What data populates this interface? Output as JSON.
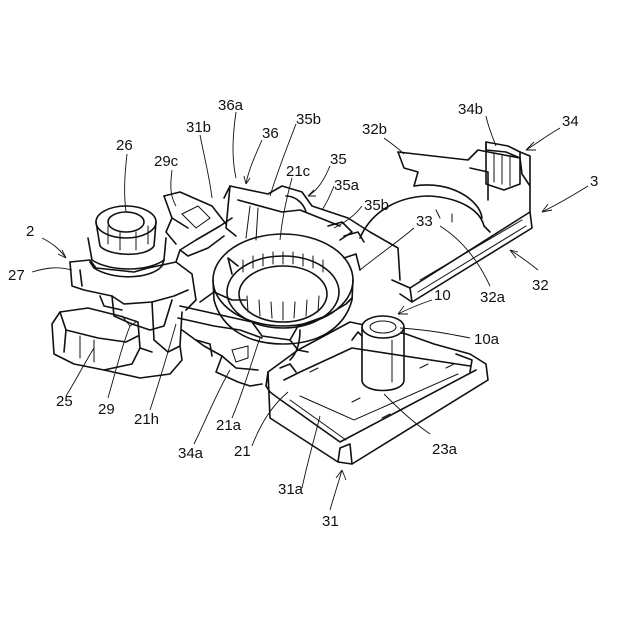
{
  "labels": {
    "l2": "2",
    "l3": "3",
    "l10": "10",
    "l10a": "10a",
    "l21": "21",
    "l21a": "21a",
    "l21c": "21c",
    "l21h": "21h",
    "l23a": "23a",
    "l25": "25",
    "l26": "26",
    "l27": "27",
    "l29": "29",
    "l29c": "29c",
    "l31": "31",
    "l31a": "31a",
    "l31b": "31b",
    "l32": "32",
    "l32a": "32a",
    "l32b": "32b",
    "l33": "33",
    "l34": "34",
    "l34a": "34a",
    "l34b": "34b",
    "l35": "35",
    "l35a": "35a",
    "l35b_top": "35b",
    "l35b_mid": "35b",
    "l36": "36",
    "l36a": "36a"
  }
}
